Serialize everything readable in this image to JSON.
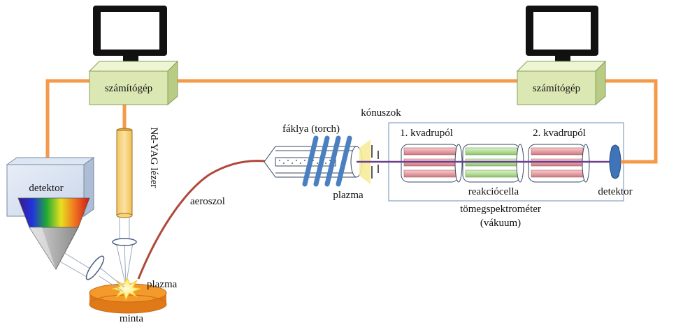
{
  "labels": {
    "computer_left": "számítógép",
    "computer_right": "számítógép",
    "laser": "Nd-YAG lézer",
    "detector_left": "detektor",
    "aerosol": "aeroszol",
    "plasma_sample": "plazma",
    "sample": "minta",
    "torch": "fáklya (torch)",
    "plasma_torch": "plazma",
    "cones": "kónuszok",
    "quad1": "1. kvadrupól",
    "reaction_cell": "reakciócella",
    "quad2": "2. kvadrupól",
    "detector_right": "detektor",
    "mass_spec_line1": "tömegspektrométer",
    "mass_spec_line2": "(vákuum)"
  },
  "colors": {
    "cable": "#f59a4a",
    "computer_box": "#dbe8b4",
    "aerosol_tube": "#b0483c",
    "torch_coil": "#4a7fc0",
    "laser_tube": "#f7d37a",
    "sample_disc": "#f49a2c",
    "quad_rod": "#e8a8ac",
    "cell_rod": "#bde3a0",
    "detector_disc": "#3f74b8",
    "vacuum_box": "#6d8fb8"
  }
}
